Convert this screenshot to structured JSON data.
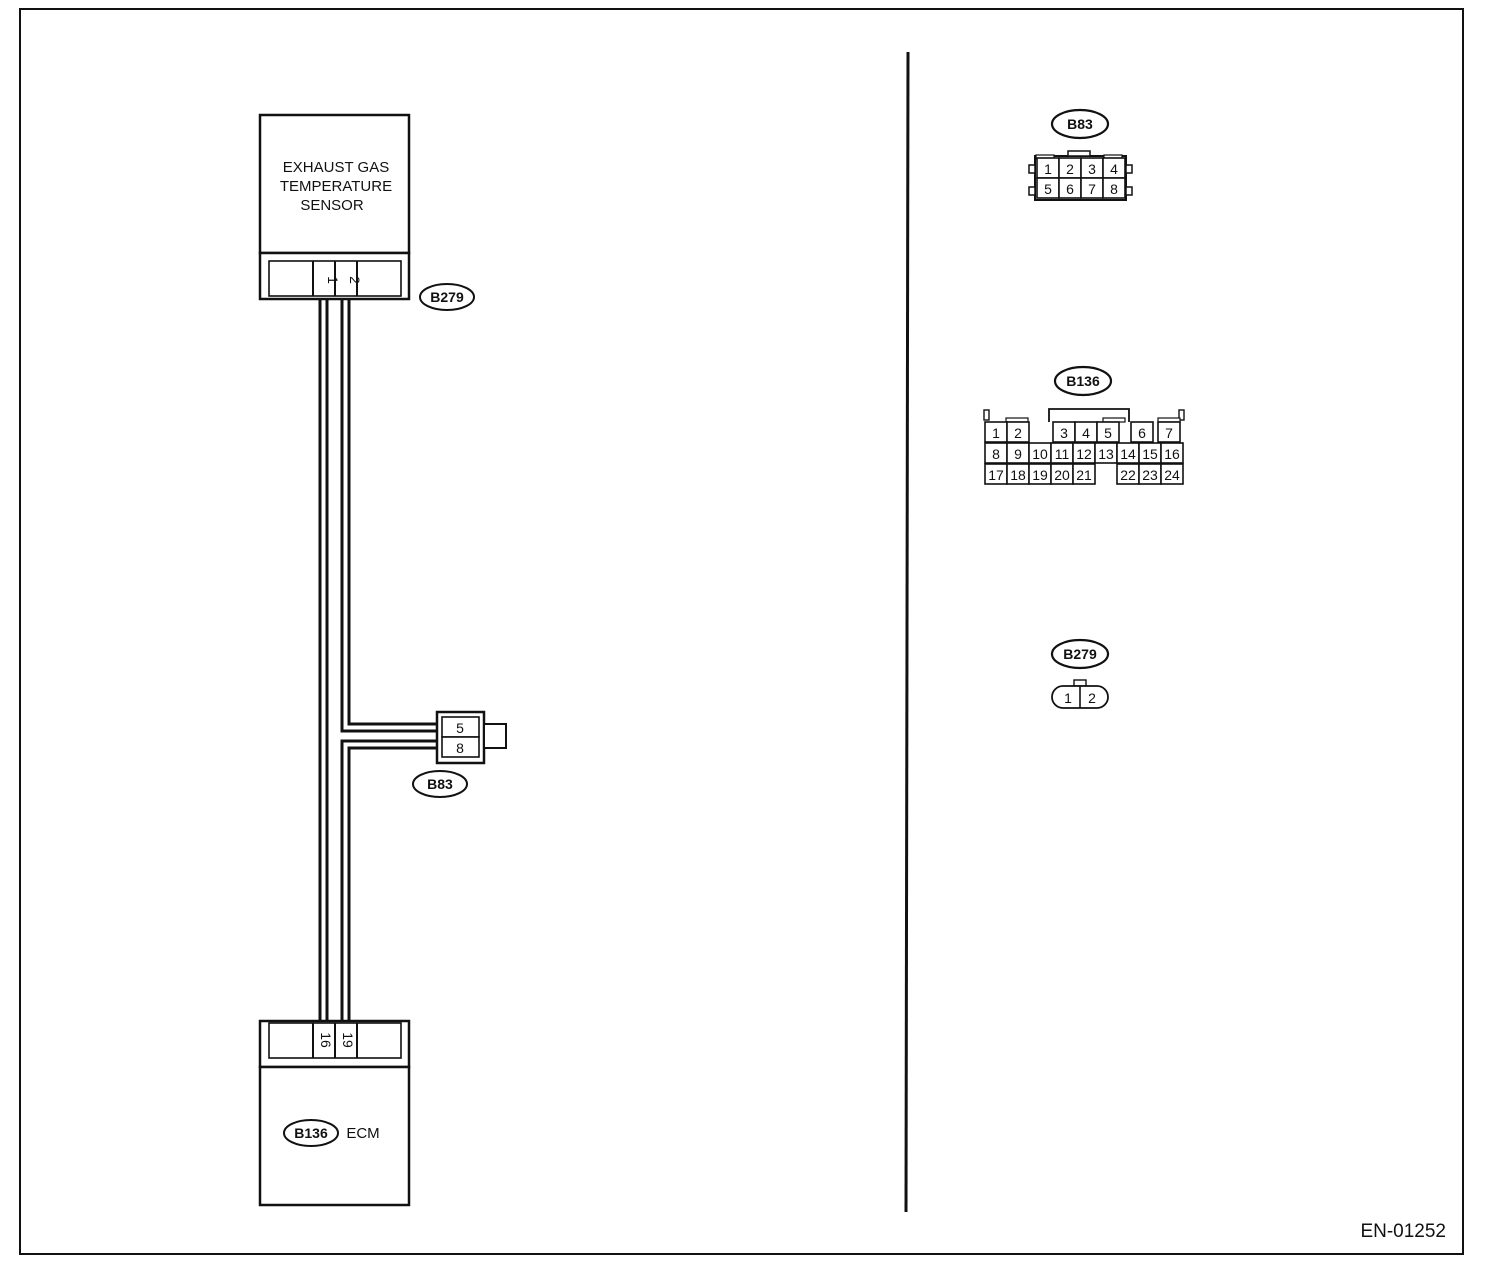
{
  "sensor": {
    "label_lines": [
      "EXHAUST GAS",
      "TEMPERATURE",
      "SENSOR"
    ],
    "connector_id": "B279",
    "pins": [
      "1",
      "2"
    ]
  },
  "ecm": {
    "connector_id": "B136",
    "label": "ECM",
    "pins": [
      "16",
      "19"
    ]
  },
  "joint_connector": {
    "connector_id": "B83",
    "pins": [
      "5",
      "8"
    ]
  },
  "legend": {
    "b83": {
      "id": "B83",
      "rows": [
        [
          "1",
          "2",
          "3",
          "4"
        ],
        [
          "5",
          "6",
          "7",
          "8"
        ]
      ]
    },
    "b136": {
      "id": "B136",
      "rows": [
        [
          "1",
          "2",
          "3",
          "4",
          "5",
          "6",
          "7"
        ],
        [
          "8",
          "9",
          "10",
          "11",
          "12",
          "13",
          "14",
          "15",
          "16"
        ],
        [
          "17",
          "18",
          "19",
          "20",
          "21",
          "22",
          "23",
          "24"
        ]
      ]
    },
    "b279": {
      "id": "B279",
      "rows": [
        [
          "1",
          "2"
        ]
      ]
    }
  },
  "figure_code": "EN-01252"
}
